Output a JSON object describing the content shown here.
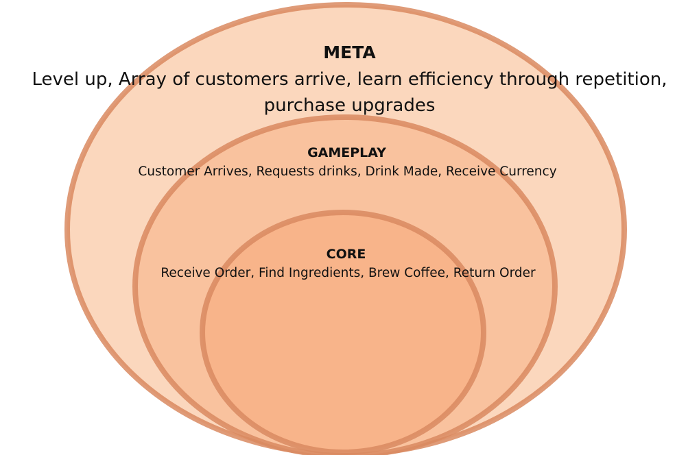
{
  "colors": {
    "outer_fill": "#FBD7BD",
    "middle_fill": "#F9C29E",
    "inner_fill": "#F8B48A",
    "stroke": "#D98A60"
  },
  "meta": {
    "title": "META",
    "description_line1": "Level up, Array of customers arrive, learn efficiency through repetition,",
    "description_line2": "purchase upgrades"
  },
  "gameplay": {
    "title": "GAMEPLAY",
    "description": "Customer Arrives, Requests drinks, Drink Made, Receive Currency"
  },
  "core": {
    "title": "CORE",
    "description": "Receive Order, Find Ingredients, Brew Coffee, Return Order"
  }
}
